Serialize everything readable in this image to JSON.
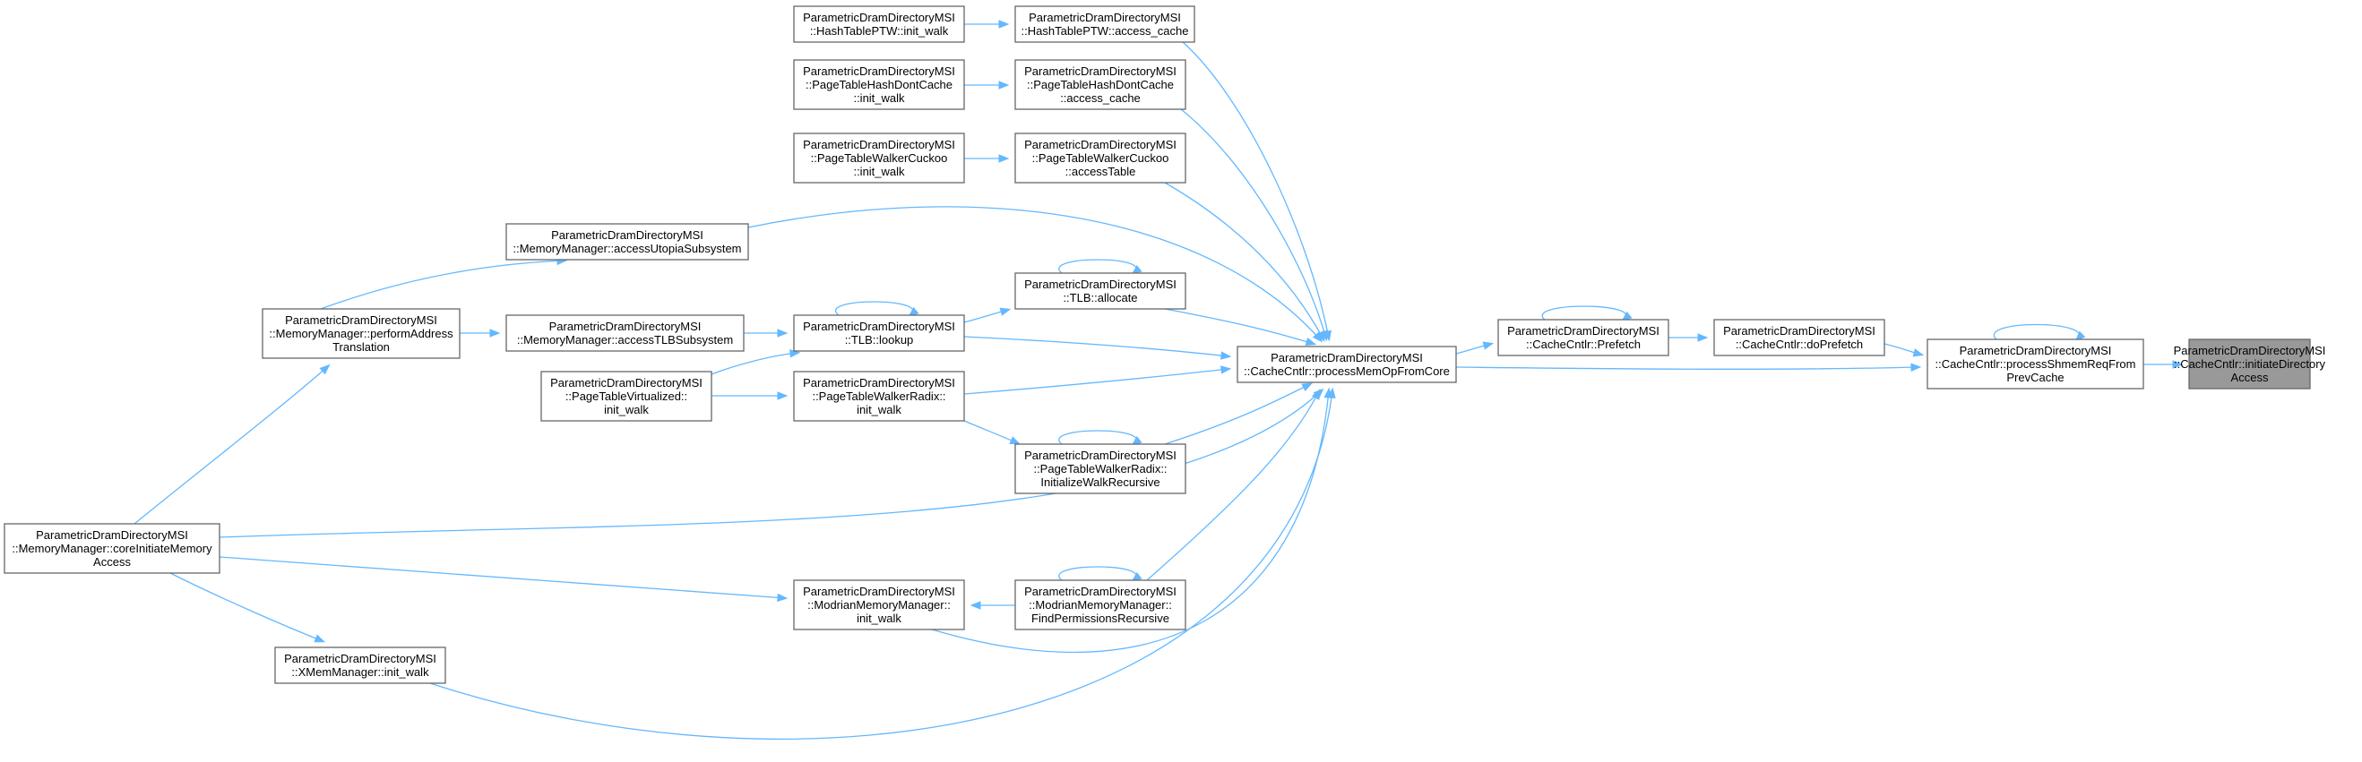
{
  "diagram": {
    "nodes": [
      {
        "id": "initiateDirectoryAccess",
        "lines": [
          "ParametricDramDirectoryMSI",
          "::CacheCntlr::initiateDirectory",
          "Access"
        ],
        "root": true
      },
      {
        "id": "processShmemReqFromPrevCache",
        "lines": [
          "ParametricDramDirectoryMSI",
          "::CacheCntlr::processShmemReqFrom",
          "PrevCache"
        ]
      },
      {
        "id": "doPrefetch",
        "lines": [
          "ParametricDramDirectoryMSI",
          "::CacheCntlr::doPrefetch"
        ]
      },
      {
        "id": "Prefetch",
        "lines": [
          "ParametricDramDirectoryMSI",
          "::CacheCntlr::Prefetch"
        ]
      },
      {
        "id": "processMemOpFromCore",
        "lines": [
          "ParametricDramDirectoryMSI",
          "::CacheCntlr::processMemOpFromCore"
        ]
      },
      {
        "id": "HashTablePTW_access_cache",
        "lines": [
          "ParametricDramDirectoryMSI",
          "::HashTablePTW::access_cache"
        ]
      },
      {
        "id": "HashTablePTW_init_walk",
        "lines": [
          "ParametricDramDirectoryMSI",
          "::HashTablePTW::init_walk"
        ]
      },
      {
        "id": "PageTableHashDontCache_access_cache",
        "lines": [
          "ParametricDramDirectoryMSI",
          "::PageTableHashDontCache",
          "::access_cache"
        ]
      },
      {
        "id": "PageTableHashDontCache_init_walk",
        "lines": [
          "ParametricDramDirectoryMSI",
          "::PageTableHashDontCache",
          "::init_walk"
        ]
      },
      {
        "id": "PageTableWalkerCuckoo_accessTable",
        "lines": [
          "ParametricDramDirectoryMSI",
          "::PageTableWalkerCuckoo",
          "::accessTable"
        ]
      },
      {
        "id": "PageTableWalkerCuckoo_init_walk",
        "lines": [
          "ParametricDramDirectoryMSI",
          "::PageTableWalkerCuckoo",
          "::init_walk"
        ]
      },
      {
        "id": "accessUtopiaSubsystem",
        "lines": [
          "ParametricDramDirectoryMSI",
          "::MemoryManager::accessUtopiaSubsystem"
        ]
      },
      {
        "id": "TLB_allocate",
        "lines": [
          "ParametricDramDirectoryMSI",
          "::TLB::allocate"
        ]
      },
      {
        "id": "TLB_lookup",
        "lines": [
          "ParametricDramDirectoryMSI",
          "::TLB::lookup"
        ]
      },
      {
        "id": "accessTLBSubsystem",
        "lines": [
          "ParametricDramDirectoryMSI",
          "::MemoryManager::accessTLBSubsystem"
        ]
      },
      {
        "id": "performAddressTranslation",
        "lines": [
          "ParametricDramDirectoryMSI",
          "::MemoryManager::performAddress",
          "Translation"
        ]
      },
      {
        "id": "PageTableVirtualized_init_walk",
        "lines": [
          "ParametricDramDirectoryMSI",
          "::PageTableVirtualized::",
          "init_walk"
        ]
      },
      {
        "id": "PageTableWalkerRadix_init_walk",
        "lines": [
          "ParametricDramDirectoryMSI",
          "::PageTableWalkerRadix::",
          "init_walk"
        ]
      },
      {
        "id": "InitializeWalkRecursive",
        "lines": [
          "ParametricDramDirectoryMSI",
          "::PageTableWalkerRadix::",
          "InitializeWalkRecursive"
        ]
      },
      {
        "id": "coreInitiateMemoryAccess",
        "lines": [
          "ParametricDramDirectoryMSI",
          "::MemoryManager::coreInitiateMemory",
          "Access"
        ]
      },
      {
        "id": "ModrianMemoryManager_init_walk",
        "lines": [
          "ParametricDramDirectoryMSI",
          "::ModrianMemoryManager::",
          "init_walk"
        ]
      },
      {
        "id": "FindPermissionsRecursive",
        "lines": [
          "ParametricDramDirectoryMSI",
          "::ModrianMemoryManager::",
          "FindPermissionsRecursive"
        ]
      },
      {
        "id": "XMemManager_init_walk",
        "lines": [
          "ParametricDramDirectoryMSI",
          "::XMemManager::init_walk"
        ]
      }
    ]
  }
}
